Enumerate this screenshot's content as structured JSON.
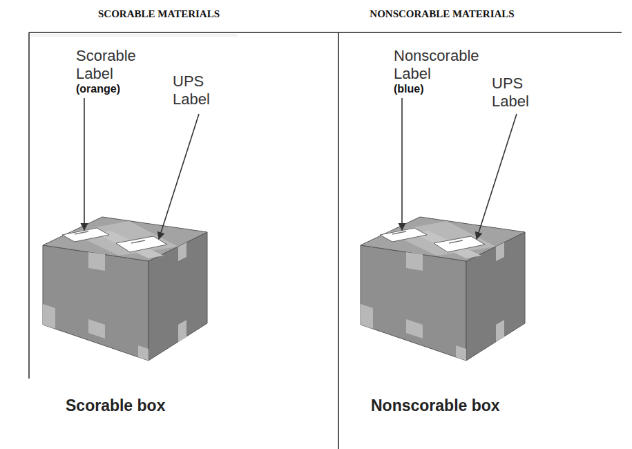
{
  "diagram": {
    "labels": [
      "SCORABLE MATERIALS",
      "NONSCORABLE MATERIALS",
      "Scorable Label",
      "(orange)",
      "UPS Label",
      "Scorable box",
      "Nonscorable Label",
      "(blue)",
      "UPS Label",
      "Nonscorable box"
    ]
  }
}
